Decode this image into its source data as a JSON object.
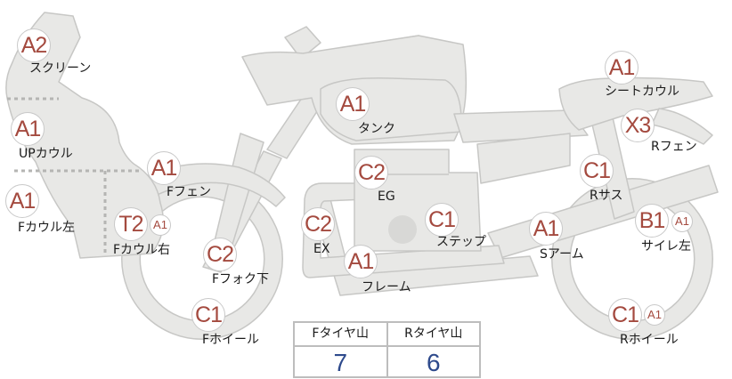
{
  "colors": {
    "body_fill": "#e8e8e6",
    "body_stroke": "#c7c7c5",
    "badge_text": "#a44a3f",
    "value_text": "#2e4a8c"
  },
  "parts": [
    {
      "name": "screen",
      "grade": "A2",
      "label": "スクリーン"
    },
    {
      "name": "upper-cowl",
      "grade": "A1",
      "label": "UPカウル"
    },
    {
      "name": "front-cowl-left",
      "grade": "A1",
      "label": "Fカウル左"
    },
    {
      "name": "front-cowl-right",
      "grade": "T2",
      "sub": "A1",
      "label": "Fカウル右"
    },
    {
      "name": "front-fender",
      "grade": "A1",
      "label": "Fフェン"
    },
    {
      "name": "lower-fork",
      "grade": "C2",
      "label": "Fフォク下"
    },
    {
      "name": "front-wheel",
      "grade": "C1",
      "label": "Fホイール"
    },
    {
      "name": "tank",
      "grade": "A1",
      "label": "タンク"
    },
    {
      "name": "engine",
      "grade": "C2",
      "label": "EG"
    },
    {
      "name": "exhaust",
      "grade": "C2",
      "label": "EX"
    },
    {
      "name": "frame",
      "grade": "A1",
      "label": "フレーム"
    },
    {
      "name": "step",
      "grade": "C1",
      "label": "ステップ"
    },
    {
      "name": "swing-arm",
      "grade": "A1",
      "label": "Sアーム"
    },
    {
      "name": "seat-cowl",
      "grade": "A1",
      "label": "シートカウル"
    },
    {
      "name": "rear-fender",
      "grade": "X3",
      "label": "Rフェン"
    },
    {
      "name": "rear-suspension",
      "grade": "C1",
      "label": "Rサス"
    },
    {
      "name": "silencer-left",
      "grade": "B1",
      "sub": "A1",
      "label": "サイレ左"
    },
    {
      "name": "rear-wheel",
      "grade": "C1",
      "sub": "A1",
      "label": "Rホイール"
    }
  ],
  "tread": {
    "front_header": "Fタイヤ山",
    "front_value": "7",
    "rear_header": "Rタイヤ山",
    "rear_value": "6"
  }
}
